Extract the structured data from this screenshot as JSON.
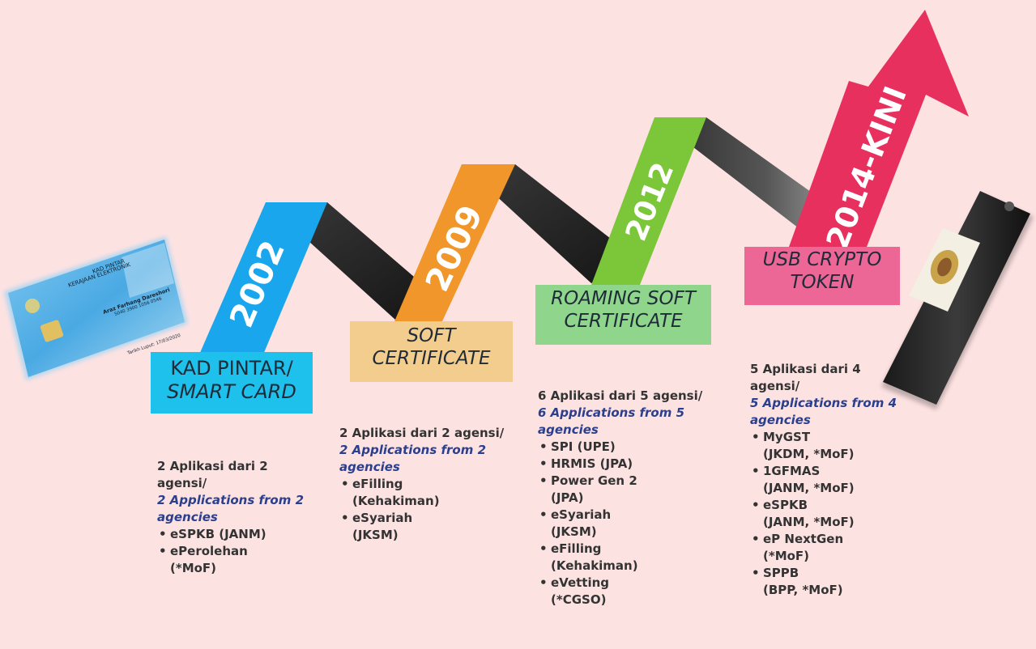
{
  "card": {
    "line1": "KAD PINTAR",
    "line2": "KERAJAAN ELEKTRONIK",
    "name": "Araz Farhang Dareshori",
    "number": "5040 3900 1056 0546",
    "expiry": "Tarikh Luput: 17/03/2020"
  },
  "milestones": [
    {
      "year": "2002",
      "label": [
        "KAD PINTAR/",
        "SMART CARD"
      ],
      "ms": "2 Aplikasi dari 2 agensi/",
      "en": "2 Applications from 2 agencies",
      "apps": [
        [
          "eSPKB (JANM)"
        ],
        [
          "ePerolehan",
          "(*MoF)"
        ]
      ]
    },
    {
      "year": "2009",
      "label": [
        "SOFT",
        "CERTIFICATE"
      ],
      "ms": "2 Aplikasi dari 2 agensi/",
      "en": "2 Applications from 2 agencies",
      "apps": [
        [
          "eFilling",
          "(Kehakiman)"
        ],
        [
          "eSyariah",
          "(JKSM)"
        ]
      ]
    },
    {
      "year": "2012",
      "label": [
        "ROAMING SOFT",
        "CERTIFICATE"
      ],
      "ms": "6 Aplikasi dari 5 agensi/",
      "en": "6 Applications from 5 agencies",
      "apps": [
        [
          "SPI (UPE)"
        ],
        [
          "HRMIS (JPA)"
        ],
        [
          "Power Gen 2",
          "(JPA)"
        ],
        [
          "eSyariah",
          "(JKSM)"
        ],
        [
          "eFilling",
          "(Kehakiman)"
        ],
        [
          "eVetting",
          "(*CGSO)"
        ]
      ]
    },
    {
      "year": "2014-KINI",
      "label": [
        "USB CRYPTO",
        "TOKEN"
      ],
      "ms": "5 Aplikasi dari 4 agensi/",
      "en": "5 Applications from 4 agencies",
      "apps": [
        [
          "MyGST",
          "(JKDM, *MoF)"
        ],
        [
          "1GFMAS",
          "(JANM, *MoF)"
        ],
        [
          "eSPKB",
          "(JANM, *MoF)"
        ],
        [
          "eP NextGen",
          "(*MoF)"
        ],
        [
          "SPPB",
          "(BPP, *MoF)"
        ]
      ]
    }
  ]
}
